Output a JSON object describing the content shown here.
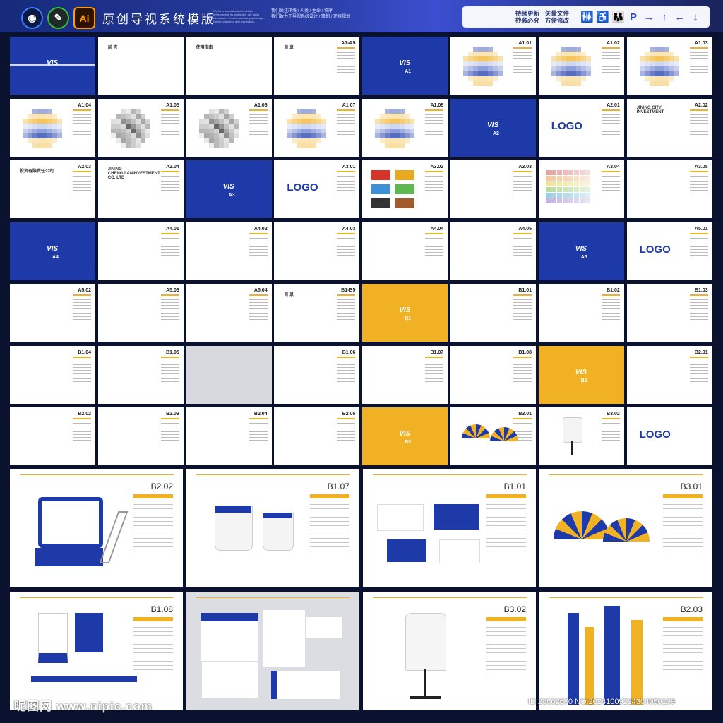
{
  "header": {
    "title": "原创导视系统模版",
    "english_blurb": "We have special attention to the environment, its and scale. We apply innovation in environmental graphic sign. Design planning, and wayfinding.",
    "chinese_blurb": [
      "我们关注环境 / 人类 / 生命 / 秩序",
      "我们致力于导视系统设计 / 策划 / 环境规划"
    ],
    "tags": [
      [
        "持续更新",
        "抄袭必究"
      ],
      [
        "矢量文件",
        "方便修改"
      ]
    ],
    "app_icons": [
      {
        "name": "c4d-icon",
        "label": ""
      },
      {
        "name": "coreldraw-icon",
        "label": ""
      },
      {
        "name": "illustrator-icon",
        "label": "Ai"
      }
    ],
    "symbols": [
      {
        "name": "restroom-icon",
        "glyph": "🚻"
      },
      {
        "name": "accessible-icon",
        "glyph": "♿"
      },
      {
        "name": "family-icon",
        "glyph": "👪"
      },
      {
        "name": "parking-icon",
        "glyph": "P"
      },
      {
        "name": "arrow-right-icon",
        "glyph": "→"
      },
      {
        "name": "arrow-up-icon",
        "glyph": "↑"
      },
      {
        "name": "arrow-left-icon",
        "glyph": "←"
      },
      {
        "name": "arrow-down-icon",
        "glyph": "↓"
      }
    ]
  },
  "thumbnails": [
    {
      "code": "",
      "style": "blue",
      "label": "VIS"
    },
    {
      "code": "",
      "style": "white",
      "label": "前 言"
    },
    {
      "code": "",
      "style": "white",
      "label": "使用指南"
    },
    {
      "code": "A1-A5",
      "style": "white",
      "label": "目 录"
    },
    {
      "code": "A1",
      "style": "blue",
      "label": "VIS"
    },
    {
      "code": "A1.01",
      "style": "white",
      "label": ""
    },
    {
      "code": "A1.02",
      "style": "white",
      "label": ""
    },
    {
      "code": "A1.03",
      "style": "white",
      "label": ""
    },
    {
      "code": "A1.04",
      "style": "white",
      "label": ""
    },
    {
      "code": "A1.05",
      "style": "white",
      "label": ""
    },
    {
      "code": "A1.06",
      "style": "white",
      "label": ""
    },
    {
      "code": "A1.07",
      "style": "white",
      "label": ""
    },
    {
      "code": "A1.08",
      "style": "white",
      "label": ""
    },
    {
      "code": "A2",
      "style": "blue",
      "label": "VIS"
    },
    {
      "code": "A2.01",
      "style": "white",
      "label": "LOGO"
    },
    {
      "code": "A2.02",
      "style": "white",
      "label": "JINING CITY INVESTMENT"
    },
    {
      "code": "A2.03",
      "style": "white",
      "label": "投资有限责任公司"
    },
    {
      "code": "A2.04",
      "style": "white",
      "label": "JINING CHENGJIANINVESTMENT CO.,LTD"
    },
    {
      "code": "A3",
      "style": "blue",
      "label": "VIS"
    },
    {
      "code": "A3.01",
      "style": "white",
      "label": "LOGO"
    },
    {
      "code": "A3.02",
      "style": "white",
      "label": ""
    },
    {
      "code": "A3.03",
      "style": "white",
      "label": ""
    },
    {
      "code": "A3.04",
      "style": "white",
      "label": ""
    },
    {
      "code": "A3.05",
      "style": "white",
      "label": ""
    },
    {
      "code": "A4",
      "style": "blue",
      "label": "VIS"
    },
    {
      "code": "A4.01",
      "style": "white",
      "label": ""
    },
    {
      "code": "A4.02",
      "style": "white",
      "label": ""
    },
    {
      "code": "A4.03",
      "style": "white",
      "label": ""
    },
    {
      "code": "A4.04",
      "style": "white",
      "label": ""
    },
    {
      "code": "A4.05",
      "style": "white",
      "label": ""
    },
    {
      "code": "A5",
      "style": "blue",
      "label": "VIS"
    },
    {
      "code": "A5.01",
      "style": "white",
      "label": "LOGO"
    },
    {
      "code": "A5.02",
      "style": "white",
      "label": ""
    },
    {
      "code": "A5.03",
      "style": "white",
      "label": ""
    },
    {
      "code": "A5.04",
      "style": "white",
      "label": ""
    },
    {
      "code": "B1-B5",
      "style": "white",
      "label": "目 录"
    },
    {
      "code": "B1",
      "style": "yellow",
      "label": "VIS"
    },
    {
      "code": "B1.01",
      "style": "white",
      "label": ""
    },
    {
      "code": "B1.02",
      "style": "white",
      "label": ""
    },
    {
      "code": "B1.03",
      "style": "white",
      "label": ""
    },
    {
      "code": "B1.04",
      "style": "white",
      "label": ""
    },
    {
      "code": "B1.05",
      "style": "white",
      "label": ""
    },
    {
      "code": "",
      "style": "gray",
      "label": ""
    },
    {
      "code": "B1.06",
      "style": "white",
      "label": ""
    },
    {
      "code": "B1.07",
      "style": "white",
      "label": ""
    },
    {
      "code": "B1.08",
      "style": "white",
      "label": ""
    },
    {
      "code": "B2",
      "style": "yellow",
      "label": "VIS"
    },
    {
      "code": "B2.01",
      "style": "white",
      "label": ""
    },
    {
      "code": "B2.02",
      "style": "white",
      "label": ""
    },
    {
      "code": "B2.03",
      "style": "white",
      "label": ""
    },
    {
      "code": "B2.04",
      "style": "white",
      "label": ""
    },
    {
      "code": "B2.05",
      "style": "white",
      "label": ""
    },
    {
      "code": "B3",
      "style": "yellow",
      "label": "VIS"
    },
    {
      "code": "B3.01",
      "style": "white",
      "label": ""
    },
    {
      "code": "B3.02",
      "style": "white",
      "label": ""
    },
    {
      "code": "",
      "style": "white",
      "label": "LOGO"
    }
  ],
  "previews": [
    {
      "code": "B2.02",
      "style": "white",
      "subject": "signboard"
    },
    {
      "code": "B1.07",
      "style": "white",
      "subject": "mugs"
    },
    {
      "code": "B1.01",
      "style": "white",
      "subject": "business-cards"
    },
    {
      "code": "B3.01",
      "style": "white",
      "subject": "umbrellas"
    },
    {
      "code": "B1.08",
      "style": "white",
      "subject": "id-badges"
    },
    {
      "code": "",
      "style": "gray",
      "subject": "stationery"
    },
    {
      "code": "B3.02",
      "style": "white",
      "subject": "shirt"
    },
    {
      "code": "B2.03",
      "style": "white",
      "subject": "totem-signs"
    }
  ],
  "watermark": {
    "site": "昵图网 www.nipic.com",
    "id": "ID:28662670 NO:20241009224304050109"
  },
  "colors": {
    "brand_blue": "#1d3aa8",
    "brand_yellow": "#f0b125",
    "bg": "#0b1230"
  }
}
